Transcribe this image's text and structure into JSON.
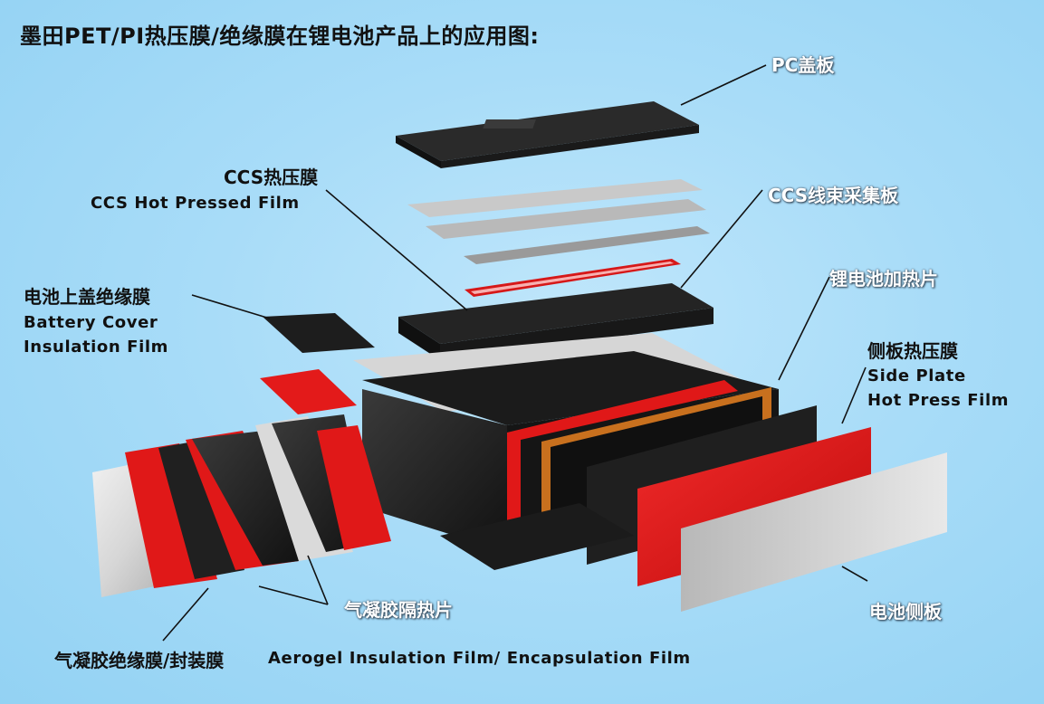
{
  "title": "墨田PET/PI热压膜/绝缘膜在锂电池产品上的应用图:",
  "labels": {
    "pc_cover": "PC盖板",
    "ccs_film_cn": "CCS热压膜",
    "ccs_film_en": "CCS Hot Pressed Film",
    "ccs_harness": "CCS线束采集板",
    "heater": "锂电池加热片",
    "battery_cover_cn": "电池上盖绝缘膜",
    "battery_cover_en_1": "Battery Cover",
    "battery_cover_en_2": "Insulation Film",
    "side_plate_film_cn": "侧板热压膜",
    "side_plate_film_en_1": "Side Plate",
    "side_plate_film_en_2": "Hot Press Film",
    "aerogel_spacer": "气凝胶隔热片",
    "aerogel_film_cn": "气凝胶绝缘膜/封装膜",
    "aerogel_film_en": "Aerogel Insulation Film/ Encapsulation Film",
    "side_plate": "电池侧板"
  },
  "colors": {
    "background": "#a8dcf8",
    "film_red": "#e01818",
    "cell_black": "#1c1c1c",
    "aluminum": "#d9d9d9",
    "heater_orange": "#c8701e"
  }
}
